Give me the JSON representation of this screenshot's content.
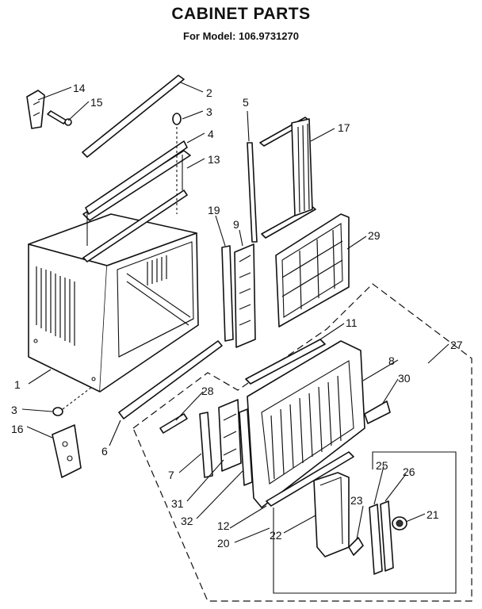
{
  "header": {
    "title": "CABINET PARTS",
    "subtitle": "For Model: 106.9731270"
  },
  "callouts": [
    "1",
    "2",
    "3",
    "3",
    "4",
    "5",
    "6",
    "7",
    "8",
    "9",
    "11",
    "12",
    "13",
    "14",
    "15",
    "16",
    "17",
    "19",
    "20",
    "21",
    "22",
    "23",
    "25",
    "26",
    "27",
    "28",
    "29",
    "30",
    "31",
    "32"
  ],
  "colors": {
    "ink": "#111111",
    "paper": "#ffffff"
  }
}
